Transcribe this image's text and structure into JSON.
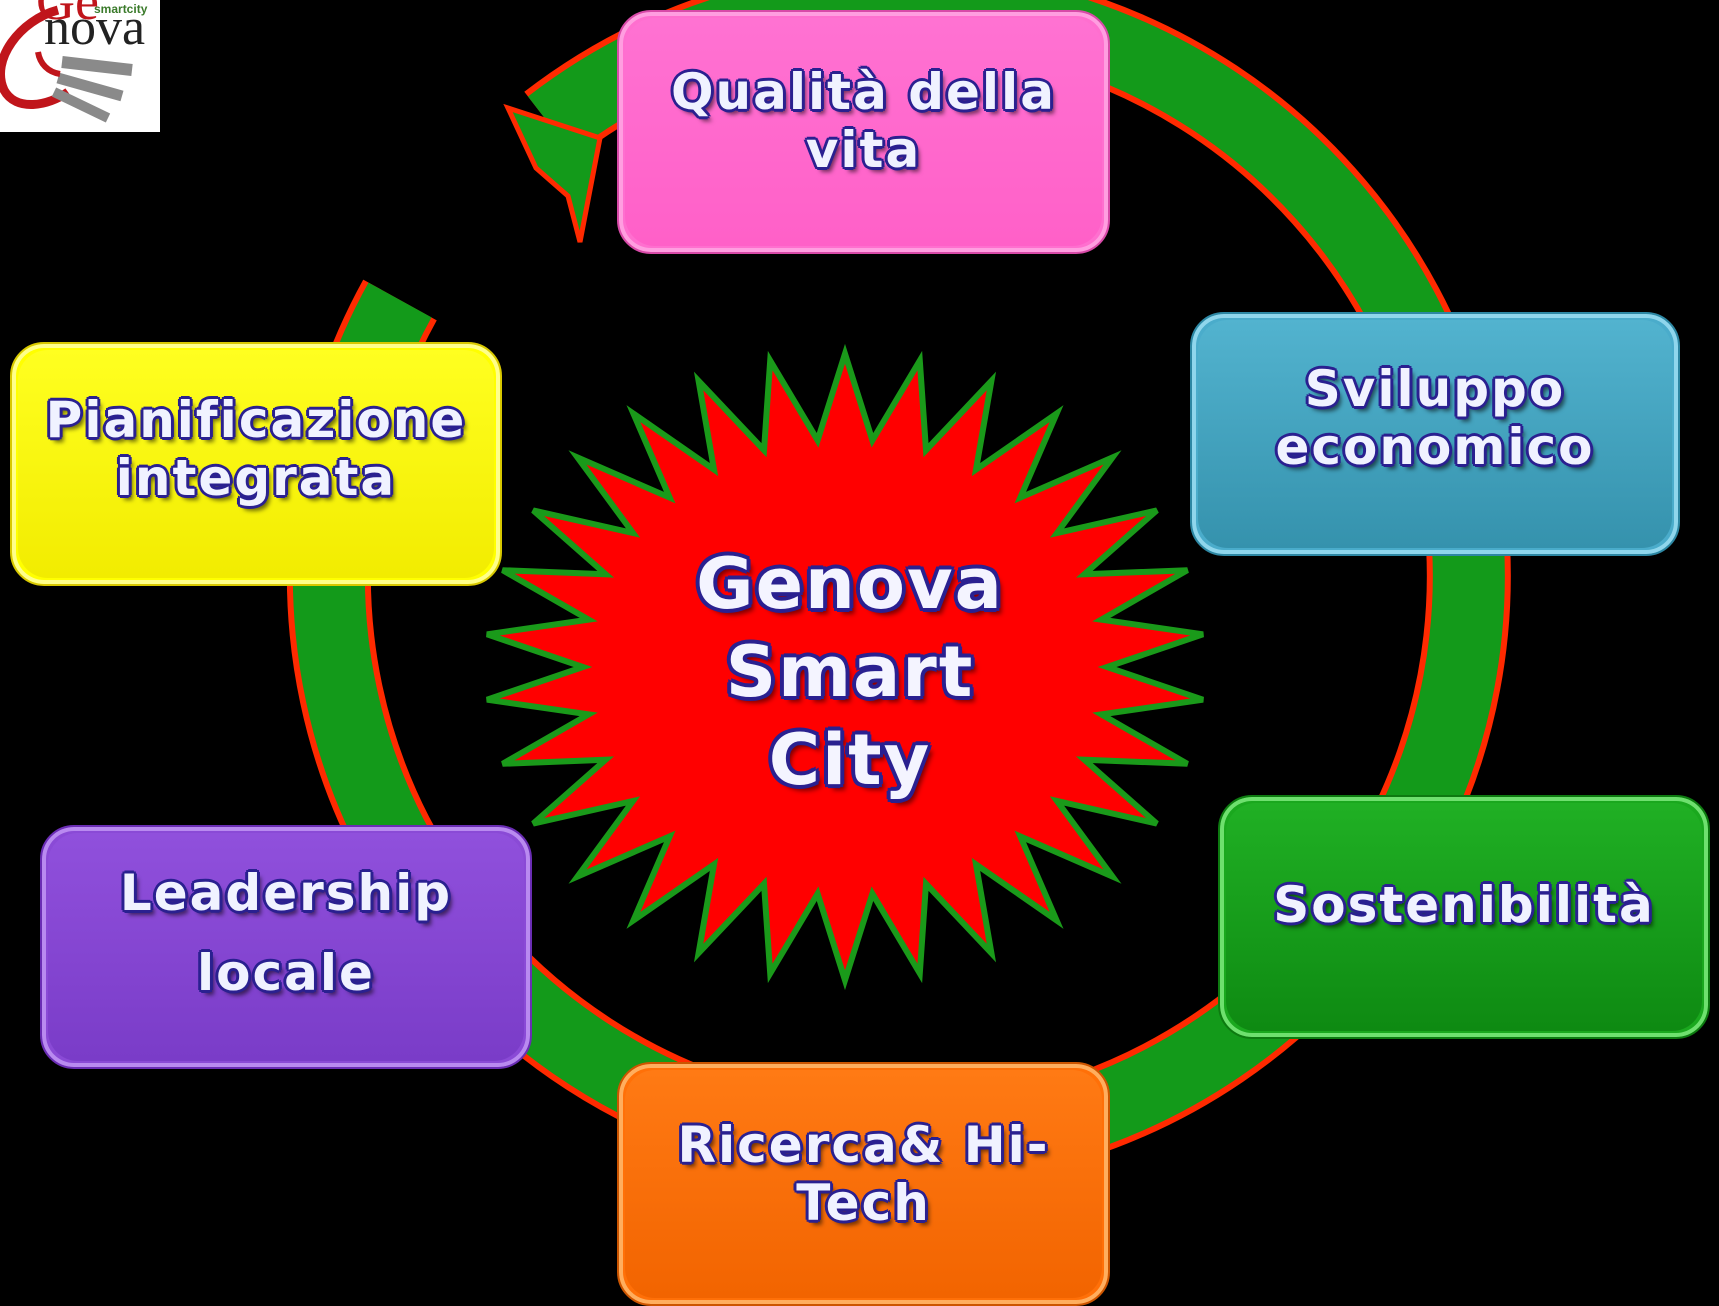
{
  "logo": {
    "ge": "Ge",
    "smart": "smartcity",
    "nova": "nova"
  },
  "center": {
    "lines": [
      "Genova",
      "Smart",
      "City"
    ]
  },
  "boxes": [
    {
      "key": "quality",
      "label": "Qualità della vita",
      "color": "#ff66cc"
    },
    {
      "key": "economy",
      "label": "Sviluppo economico",
      "color": "#44a8c4"
    },
    {
      "key": "sustain",
      "label": "Sostenibilità",
      "color": "#16a01a"
    },
    {
      "key": "research",
      "label": "Ricerca& Hi-Tech",
      "color": "#ff7008"
    },
    {
      "key": "leader",
      "label": "Leadership locale",
      "color": "#8a48d4"
    },
    {
      "key": "planning",
      "label": "Pianificazione integrata",
      "color": "#ffff00"
    }
  ],
  "colors": {
    "cycle_green": "#139a1a",
    "cycle_outline": "#ff2a00",
    "star_fill": "#ff0000",
    "star_outline": "#1a9a1a"
  }
}
